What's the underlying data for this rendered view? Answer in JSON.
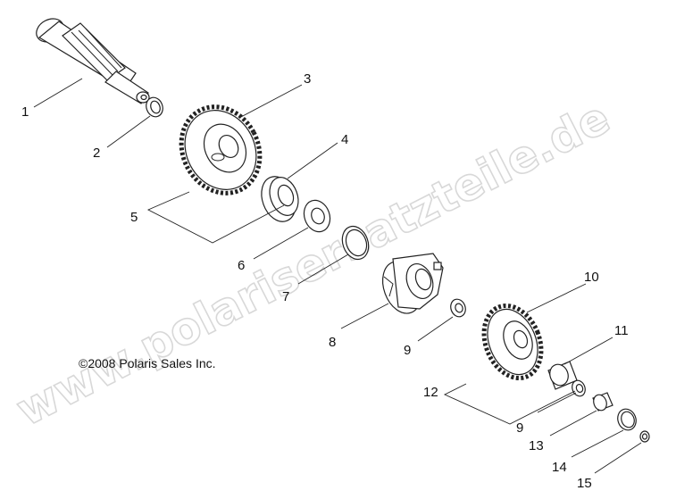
{
  "copyright": "©2008 Polaris Sales Inc.",
  "watermark": "www.polarisersatzteile.de",
  "callouts": {
    "c1": "1",
    "c2": "2",
    "c3": "3",
    "c4": "4",
    "c5": "5",
    "c6": "6",
    "c7": "7",
    "c8": "8",
    "c9a": "9",
    "c10": "10",
    "c11": "11",
    "c12": "12",
    "c9b": "9",
    "c13": "13",
    "c14": "14",
    "c15": "15"
  }
}
